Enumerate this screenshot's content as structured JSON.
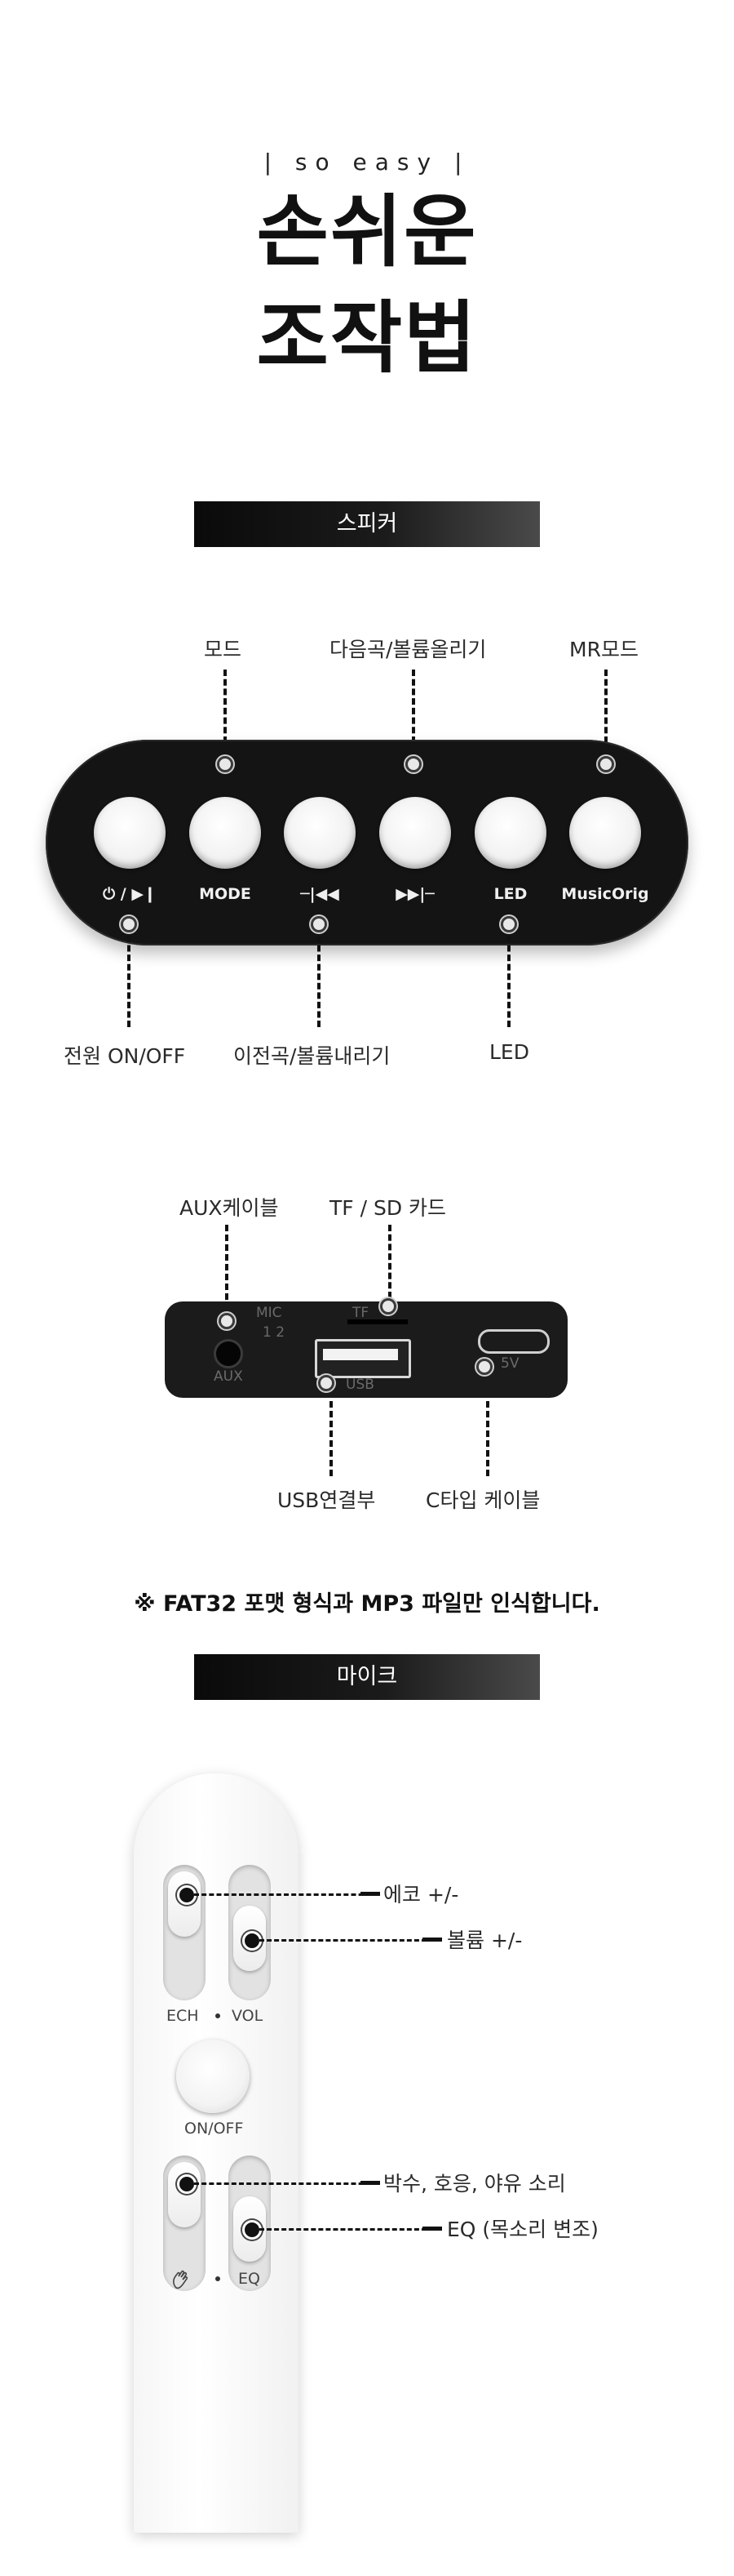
{
  "header": {
    "eyebrow": "| so easy |",
    "title_line1": "손쉬운",
    "title_line2": "조작법"
  },
  "speaker": {
    "banner": "스피커",
    "top_labels": {
      "mode": "모드",
      "next_vol_up": "다음곡/볼륨올리기",
      "mr_mode": "MR모드"
    },
    "button_labels": [
      "⏻ / ▶❙",
      "MODE",
      "─|◀◀",
      "▶▶|─",
      "LED",
      "MusicOrig"
    ],
    "bottom_labels": {
      "power": "전원 ON/OFF",
      "prev_vol_down": "이전곡/볼륨내리기",
      "led": "LED"
    }
  },
  "ports": {
    "labels": {
      "aux_cable": "AUX케이블",
      "tf_card": "TF / SD 카드",
      "usb": "USB연결부",
      "typec": "C타입 케이블"
    },
    "board_text": {
      "mic": "MIC",
      "mic_nums": "1 2",
      "tf": "TF",
      "aux": "AUX",
      "usb": "USB",
      "v5": "5V"
    },
    "note": "※ FAT32 포맷 형식과 MP3 파일만 인식합니다."
  },
  "mic": {
    "banner": "마이크",
    "labels": {
      "echo": "에코 +/-",
      "volume": "볼륨 +/-",
      "effects": "박수, 호응, 야유 소리",
      "eq": "EQ (목소리 변조)"
    },
    "device_text": {
      "ech": "ECH",
      "vol": "VOL",
      "onoff": "ON/OFF",
      "eq": "EQ"
    },
    "icon": "clap-hand-icon"
  }
}
